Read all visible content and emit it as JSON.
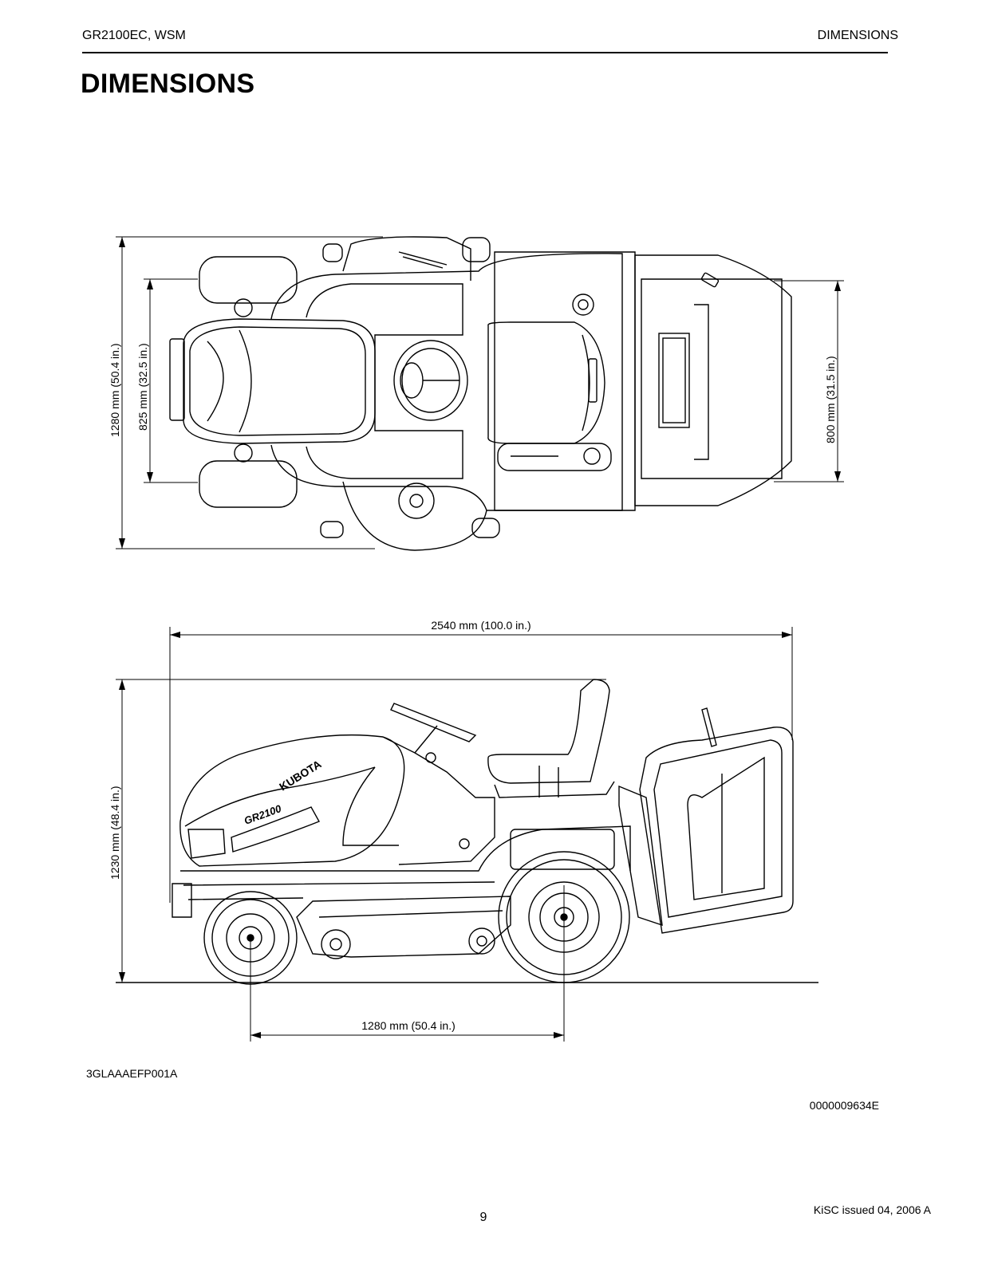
{
  "header": {
    "left": "GR2100EC, WSM",
    "right": "DIMENSIONS"
  },
  "title": "DIMENSIONS",
  "figure": {
    "top_view": {
      "dimensions": {
        "overall_width": "1280 mm (50.4 in.)",
        "front_tread": "825 mm (32.5 in.)",
        "grass_catcher_width": "800 mm (31.5 in.)"
      }
    },
    "side_view": {
      "dimensions": {
        "overall_length": "2540 mm (100.0 in.)",
        "overall_height": "1230 mm (48.4 in.)",
        "wheelbase": "1280 mm (50.4 in.)"
      },
      "hood_logo": "KUBOTA",
      "model_badge": "GR2100"
    },
    "code": "3GLAAAEFP001A"
  },
  "document_code": "0000009634E",
  "footer": {
    "issue": "KiSC issued 04, 2006 A",
    "page_number": "9"
  }
}
